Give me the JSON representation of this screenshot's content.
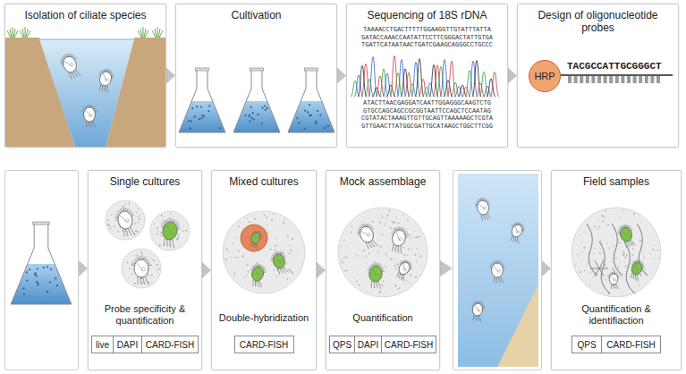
{
  "diagram": {
    "nodes": [
      {
        "text": [
          "Isolation of ciliate species"
        ]
      },
      {
        "text": [
          "Cultivation"
        ]
      },
      {
        "text": [
          "Sequencing of 18S rDNA"
        ]
      },
      {
        "text": [
          "Design of oligonucleotide probes"
        ]
      },
      {
        "text": [
          "HRP"
        ],
        "in": 3
      },
      {
        "text": [
          "Single cultures",
          "Probe specificity & quantification"
        ]
      },
      {
        "text": [
          "live"
        ],
        "in": 5
      },
      {
        "text": [
          "DAPI"
        ],
        "in": 5
      },
      {
        "text": [
          "CARD-FISH"
        ],
        "in": 5
      },
      {
        "text": [
          "Mixed cultures",
          "Double-hybridization"
        ]
      },
      {
        "text": [
          "CARD-FISH"
        ],
        "in": 9
      },
      {
        "text": [
          "Mock assemblage",
          "Quantification"
        ]
      },
      {
        "text": [
          "QPS"
        ],
        "in": 11
      },
      {
        "text": [
          "DAPI"
        ],
        "in": 11
      },
      {
        "text": [
          "CARD-FISH"
        ],
        "in": 11
      },
      {
        "text": [
          "Field samples",
          "Quantification & identifiaction"
        ]
      },
      {
        "text": [
          "QPS"
        ],
        "in": 15
      },
      {
        "text": [
          "CARD-FISH"
        ],
        "in": 15
      }
    ],
    "edges": [
      {
        "from": 0,
        "to": 1,
        "arrow": "to"
      },
      {
        "from": 1,
        "to": 2,
        "arrow": "to"
      },
      {
        "from": 2,
        "to": 3,
        "arrow": "to"
      },
      {
        "from": 5,
        "to": 9,
        "arrow": "to"
      },
      {
        "from": 9,
        "to": 11,
        "arrow": "to"
      }
    ],
    "labels": [
      "TAAAACCTGACTTTTTGGAAGGTTGTATTTATTA",
      "GATACCAAACCAATATTCCTTCGGGACTATTGTGA",
      "TGATTCATAATAACTGATCGAAGCAGGGCCTGCCC",
      "ATACTTAACGAGGATCAATTGGAGGGCAAGTCTG",
      "GTGCCAGCAGCCGCGGTAATTCCAGCTCCAATAG",
      "CGTATACTAAAGTTGTTGCAGTTAAAAAGCTCGTA",
      "GTTGAACTTATGGCGATTGCATAAGCTGGCTTCGG",
      "TACGCCATTGCGGGCT"
    ]
  }
}
